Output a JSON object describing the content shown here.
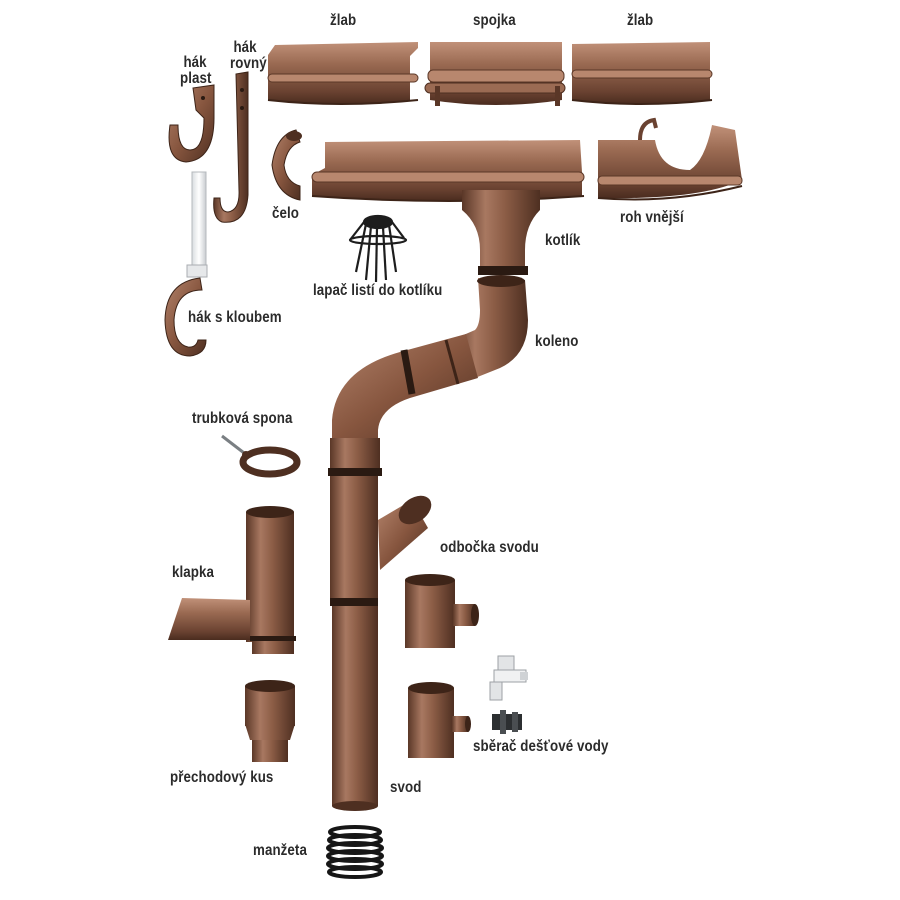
{
  "colors": {
    "copper": "#8a5a44",
    "copper_light": "#b8876e",
    "copper_dark": "#4e2f21",
    "collar": "#2a1a12",
    "text": "#2b2b2b"
  },
  "labels": {
    "zlab_left": "žlab",
    "spojka": "spojka",
    "zlab_right": "žlab",
    "hak_plast_1": "hák",
    "hak_plast_2": "plast",
    "hak_rovny_1": "hák",
    "hak_rovny_2": "rovný",
    "celo": "čelo",
    "roh_vnejsi": "roh vnější",
    "kotlik": "kotlík",
    "lapac": "lapač listí do kotlíku",
    "hak_s_kloubem": "hák s kloubem",
    "koleno": "koleno",
    "trubkova_spona": "trubková spona",
    "odbocka_svodu": "odbočka svodu",
    "klapka": "klapka",
    "sberac": "sběrač dešťové vody",
    "prechodovy_kus": "přechodový kus",
    "svod": "svod",
    "manzeta": "manžeta"
  },
  "icons": {
    "gutter": "gutter-section-icon",
    "coupling": "gutter-coupling-icon",
    "end_cap": "end-cap-icon",
    "corner": "outer-corner-icon",
    "outlet": "gutter-outlet-icon",
    "leaf_guard": "leaf-guard-icon",
    "elbow": "elbow-icon",
    "pipe": "downpipe-icon",
    "branch": "branch-icon",
    "flap": "flap-icon",
    "collector": "rain-collector-icon",
    "adapter": "adapter-icon",
    "sleeve": "sleeve-icon",
    "hanger": "hanger-icon",
    "clamp": "pipe-clamp-icon"
  }
}
